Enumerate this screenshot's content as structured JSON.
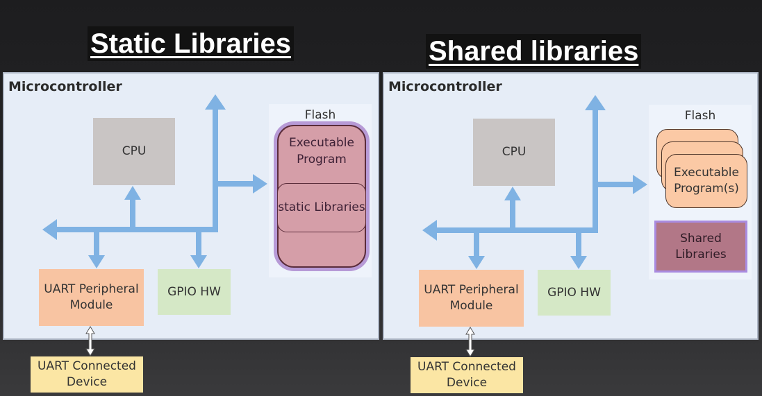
{
  "left": {
    "heading": "Static Libraries",
    "microcontroller": "Microcontroller",
    "cpu": "CPU",
    "uart": "UART Peripheral Module",
    "gpio": "GPIO HW",
    "flash": "Flash",
    "executable": "Executable Program",
    "libraries": "static Libraries",
    "device": "UART Connected Device"
  },
  "right": {
    "heading": "Shared libraries",
    "microcontroller": "Microcontroller",
    "cpu": "CPU",
    "uart": "UART Peripheral Module",
    "gpio": "GPIO HW",
    "flash": "Flash",
    "executable": "Executable Program(s)",
    "libraries": "Shared Libraries",
    "device": "UART Connected Device"
  },
  "colors": {
    "bus": "#7fb2e3",
    "panel": "#e6edf7",
    "cpu": "#c9c5c4",
    "uart": "#f8c4a2",
    "gpio": "#d5e8c6",
    "flash_program": "#d59ea8",
    "program_pages": "#fbc9a5",
    "shared_libraries": "#b27787",
    "device": "#fbe6a4"
  }
}
